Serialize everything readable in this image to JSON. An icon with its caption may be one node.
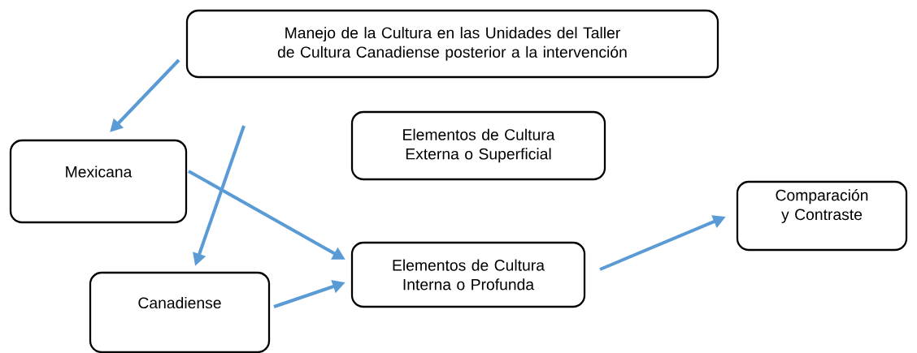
{
  "diagram": {
    "nodes": [
      {
        "text": [
          "Manejo de la Cultura en las Unidades del Taller de Cultura Canadiense posterior a la intervención"
        ]
      },
      {
        "text": [
          "Mexicana"
        ]
      },
      {
        "text": [
          "Elementos de Cultura Externa o Superficial"
        ]
      },
      {
        "text": [
          "Comparación y Contraste"
        ]
      },
      {
        "text": [
          "Elementos de Cultura Interna o Profunda"
        ]
      },
      {
        "text": [
          "Canadiense"
        ]
      }
    ],
    "edges": [
      {
        "from": 0,
        "to": 1,
        "arrow": "to"
      },
      {
        "from": null,
        "to": 5,
        "arrow": "to"
      },
      {
        "from": 1,
        "to": 4,
        "arrow": "to"
      },
      {
        "from": 5,
        "to": 4,
        "arrow": "to"
      },
      {
        "from": 4,
        "to": 3,
        "arrow": "to"
      }
    ]
  }
}
